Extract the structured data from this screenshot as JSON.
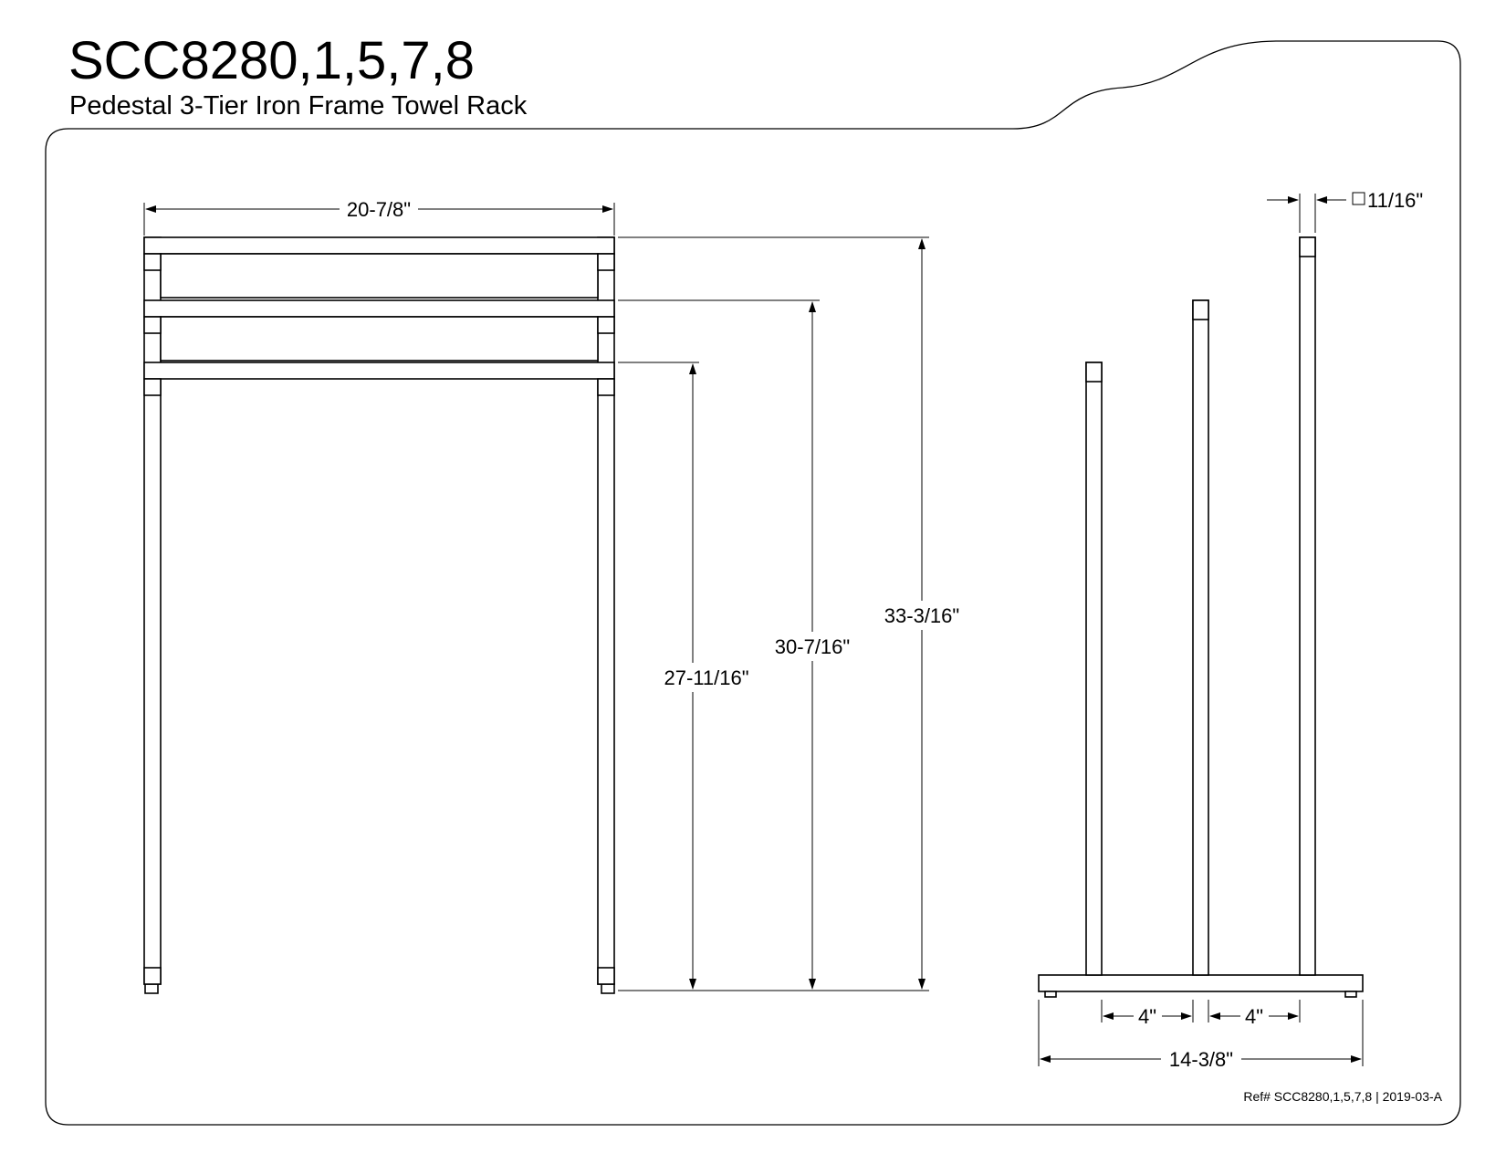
{
  "header": {
    "model": "SCC8280,1,5,7,8",
    "description": "Pedestal 3-Tier Iron Frame Towel Rack"
  },
  "front_view": {
    "overall_width": "20-7/8\"",
    "height_top_tier": "33-3/16\"",
    "height_middle_tier": "30-7/16\"",
    "height_bottom_tier": "27-11/16\""
  },
  "side_view": {
    "post_square_size": "11/16\"",
    "post_spacing_left": "4\"",
    "post_spacing_right": "4\"",
    "base_depth": "14-3/8\""
  },
  "footer": {
    "reference": "Ref# SCC8280,1,5,7,8 | 2019-03-A"
  }
}
